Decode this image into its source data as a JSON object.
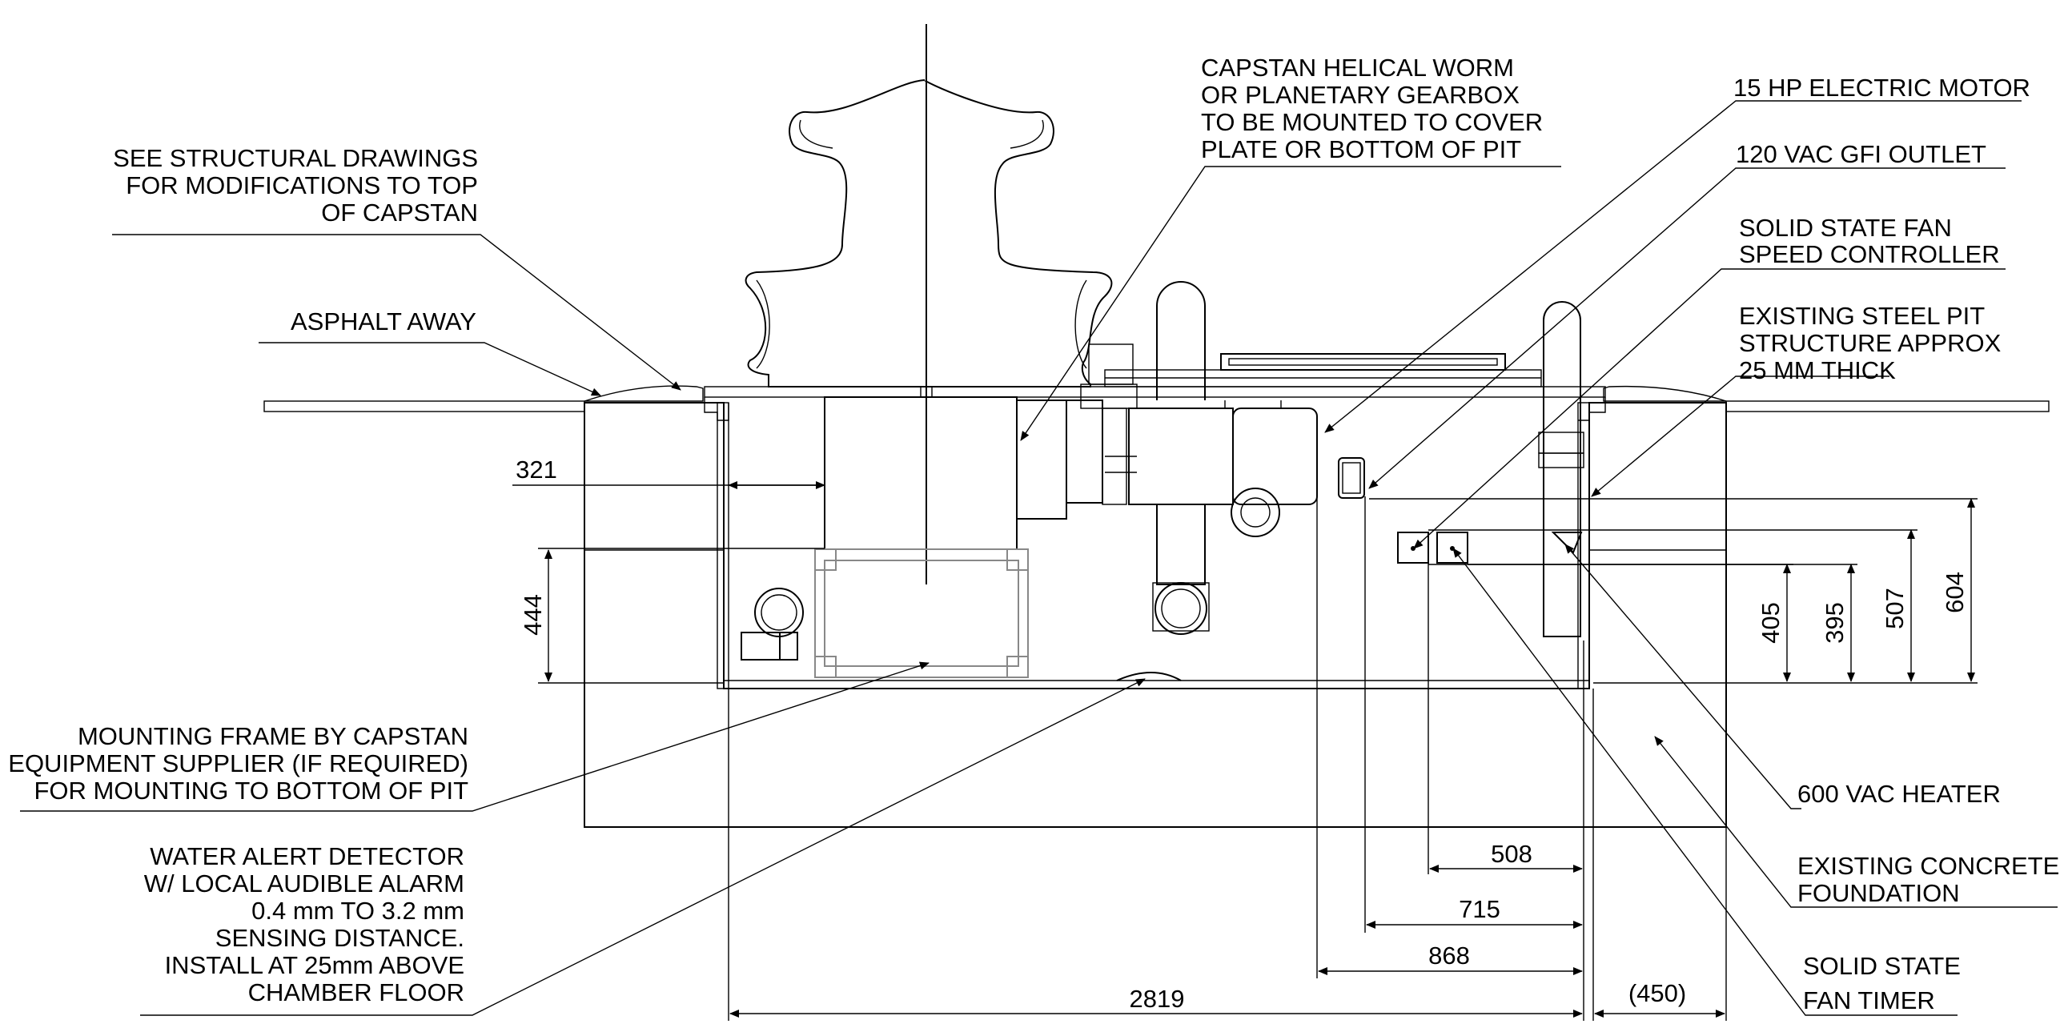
{
  "labels": {
    "structural_notes": [
      "SEE STRUCTURAL DRAWINGS",
      "FOR MODIFICATIONS TO TOP",
      "OF CAPSTAN"
    ],
    "asphalt": [
      "ASPHALT AWAY"
    ],
    "gearbox": [
      "CAPSTAN HELICAL WORM",
      "OR PLANETARY GEARBOX",
      "TO BE MOUNTED TO COVER",
      "PLATE OR BOTTOM OF PIT"
    ],
    "motor": [
      "15 HP ELECTRIC MOTOR"
    ],
    "gfi_outlet": [
      "120 VAC GFI OUTLET"
    ],
    "fan_controller": [
      "SOLID STATE FAN",
      "SPEED CONTROLLER"
    ],
    "steel_pit": [
      "EXISTING STEEL PIT",
      "STRUCTURE APPROX",
      "25 MM THICK"
    ],
    "mounting_frame": [
      "MOUNTING FRAME  BY CAPSTAN",
      "EQUIPMENT SUPPLIER (IF REQUIRED)",
      "FOR MOUNTING TO BOTTOM OF PIT"
    ],
    "water_alert": [
      "WATER ALERT DETECTOR",
      "W/ LOCAL AUDIBLE ALARM",
      "0.4 mm TO 3.2 mm",
      "SENSING DISTANCE.",
      "INSTALL AT 25mm ABOVE",
      "CHAMBER FLOOR"
    ],
    "heater": [
      "600 VAC HEATER"
    ],
    "concrete": [
      "EXISTING CONCRETE",
      "FOUNDATION"
    ],
    "fan_timer": [
      "SOLID STATE",
      "FAN TIMER"
    ]
  },
  "dimensions": {
    "d321": "321",
    "d444": "444",
    "d405": "405",
    "d395": "395",
    "d507": "507",
    "d604": "604",
    "d508": "508",
    "d715": "715",
    "d868": "868",
    "d2819": "2819",
    "d450": "(450)"
  }
}
